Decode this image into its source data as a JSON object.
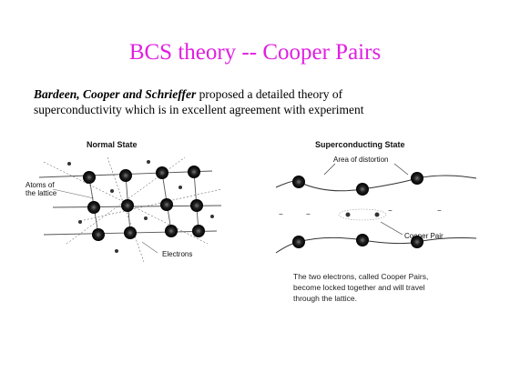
{
  "title": "BCS theory -- Cooper Pairs",
  "intro": {
    "names": "Bardeen, Cooper and Schrieffer",
    "rest_line1": " proposed a detailed theory of",
    "line2": "superconductivity which is in excellent agreement with experiment"
  },
  "normal_state": {
    "title": "Normal State",
    "label_atoms": [
      "Atoms of",
      "the lattice"
    ],
    "label_electrons": "Electrons"
  },
  "superconducting_state": {
    "title": "Superconducting State",
    "label_distortion": "Area of distortion",
    "label_pair": "Cooper Pair",
    "electron_sign": "−",
    "caption_lines": [
      "The two electrons, called Cooper Pairs,",
      "become locked together and will travel",
      "through the lattice."
    ]
  }
}
